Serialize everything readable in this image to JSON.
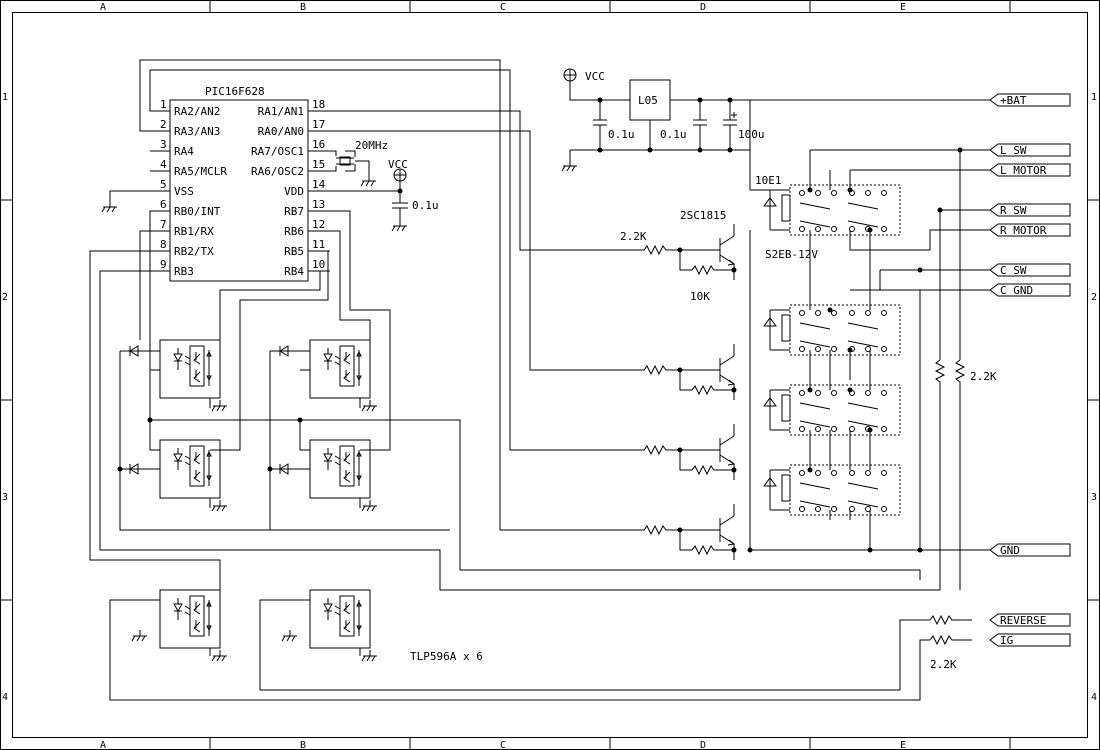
{
  "border": {
    "cols": [
      "A",
      "B",
      "C",
      "D",
      "E"
    ],
    "rows": [
      "1",
      "2",
      "3",
      "4"
    ]
  },
  "mcu": {
    "name": "PIC16F628",
    "left_pins": [
      {
        "num": "1",
        "label": "RA2/AN2"
      },
      {
        "num": "2",
        "label": "RA3/AN3"
      },
      {
        "num": "3",
        "label": "RA4"
      },
      {
        "num": "4",
        "label": "RA5/MCLR"
      },
      {
        "num": "5",
        "label": "VSS"
      },
      {
        "num": "6",
        "label": "RB0/INT"
      },
      {
        "num": "7",
        "label": "RB1/RX"
      },
      {
        "num": "8",
        "label": "RB2/TX"
      },
      {
        "num": "9",
        "label": "RB3"
      }
    ],
    "right_pins": [
      {
        "num": "18",
        "label": "RA1/AN1"
      },
      {
        "num": "17",
        "label": "RA0/AN0"
      },
      {
        "num": "16",
        "label": "RA7/OSC1"
      },
      {
        "num": "15",
        "label": "RA6/OSC2"
      },
      {
        "num": "14",
        "label": "VDD"
      },
      {
        "num": "13",
        "label": "RB7"
      },
      {
        "num": "12",
        "label": "RB6"
      },
      {
        "num": "11",
        "label": "RB5"
      },
      {
        "num": "10",
        "label": "RB4"
      }
    ]
  },
  "labels": {
    "crystal": "20MHz",
    "vcc_mcu": "VCC",
    "cap_mcu": "0.1u",
    "vcc_reg": "VCC",
    "regulator": "L05",
    "cap1": "0.1u",
    "cap2": "0.1u",
    "cap3": "100u",
    "diode": "10E1",
    "transistor": "2SC1815",
    "relay": "S2EB-12V",
    "r_base": "2.2K",
    "r_pull": "10K",
    "r_right": "2.2K",
    "r_bottom": "2.2K",
    "opto": "TLP596A x 6"
  },
  "connectors": [
    "+BAT",
    "L_SW",
    "L_MOTOR",
    "R_SW",
    "R_MOTOR",
    "C_SW",
    "C_GND",
    "GND",
    "REVERSE",
    "IG"
  ]
}
